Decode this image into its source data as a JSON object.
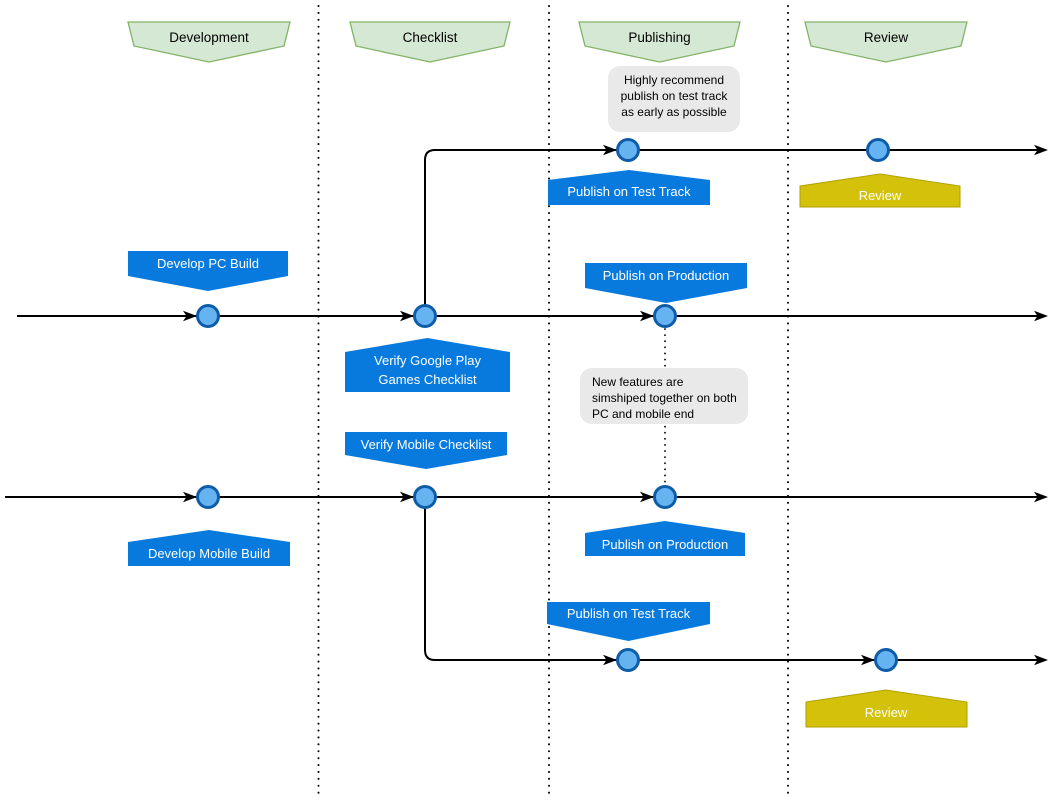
{
  "colors": {
    "phase_fill": "#d5e8d4",
    "phase_border": "#82b366",
    "task_fill": "#087ade",
    "task_text": "#ffffff",
    "review_fill": "#d4c10a",
    "review_border": "#b0a100",
    "review_text": "#ffffff",
    "milestone_fill": "#66b3f2",
    "milestone_border": "#0f5ca8",
    "note_fill": "#e9e9e9",
    "line_color": "#000000"
  },
  "phases": [
    {
      "label": "Development"
    },
    {
      "label": "Checklist"
    },
    {
      "label": "Publishing"
    },
    {
      "label": "Review"
    }
  ],
  "notes": [
    {
      "lines": [
        "Highly recommend",
        "publish on test track",
        "as early as possible"
      ]
    },
    {
      "lines": [
        "New features are",
        "simshiped together on both",
        "PC and mobile end"
      ]
    }
  ],
  "tasks": [
    {
      "label": "Publish on Test Track"
    },
    {
      "label": "Develop PC Build"
    },
    {
      "label": "Publish on Production"
    },
    {
      "lines": [
        "Verify Google Play",
        "Games Checklist"
      ]
    },
    {
      "label": "Verify Mobile Checklist"
    },
    {
      "label": "Develop Mobile Build"
    },
    {
      "label": "Publish on Production"
    },
    {
      "label": "Publish on Test Track"
    }
  ],
  "reviews": [
    {
      "label": "Review"
    },
    {
      "label": "Review"
    }
  ]
}
